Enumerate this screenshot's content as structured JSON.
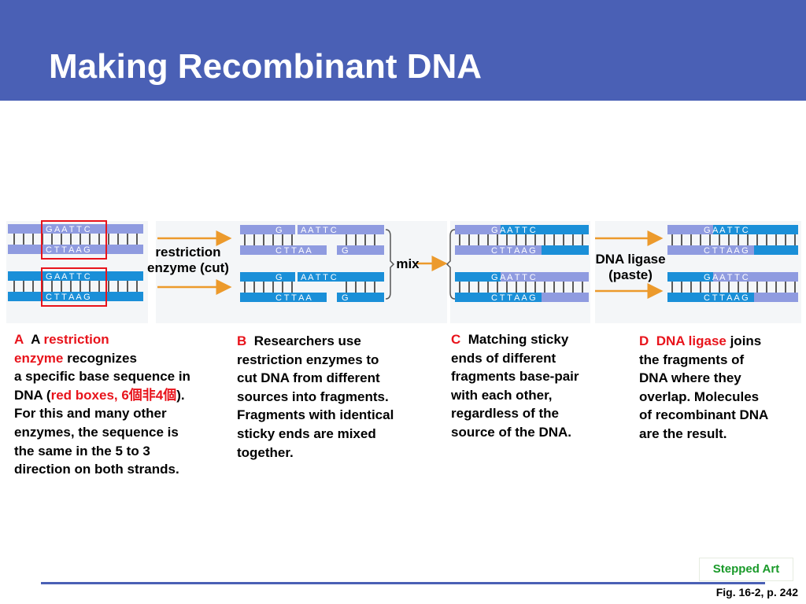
{
  "slide": {
    "title": "Making Recombinant DNA",
    "stepped_art": "Stepped Art",
    "figure_ref": "Fig. 16-2, p. 242"
  },
  "diagram": {
    "arrow1_label_line1": "restriction",
    "arrow1_label_line2": "enzyme (cut)",
    "mix_label": "mix",
    "arrow2_label_line1": "DNA ligase",
    "arrow2_label_line2": "(paste)",
    "top_strand_seq": "G A A T T C",
    "bottom_strand_seq": "C T T A A G",
    "cut_left_top": "G",
    "cut_right_top": "A A T T C",
    "cut_left_bottom": "C T T A A",
    "cut_right_bottom": "G"
  },
  "steps": {
    "A": {
      "letter": "A",
      "pre": "A ",
      "highlight1": "restriction",
      "highlight2": "enzyme",
      "text1": " recognizes",
      "text2": "a specific base sequence in",
      "text3_pre": "DNA (",
      "text3_red": "red boxes, 6個非4個",
      "text3_post": ").",
      "text4": "For this and many other",
      "text5": "enzymes, the sequence is",
      "text6": "the same in the 5  to 3",
      "text7": "direction on both strands."
    },
    "B": {
      "letter": "B",
      "line1": "Researchers use",
      "line2": "restriction enzymes to",
      "line3": "cut DNA from different",
      "line4": "sources into fragments.",
      "line5": "Fragments with identical",
      "line6": "sticky ends are mixed",
      "line7": "together."
    },
    "C": {
      "letter": "C",
      "line1": "Matching sticky",
      "line2": "ends of different",
      "line3": "fragments base-pair",
      "line4": "with each other,",
      "line5": "regardless of the",
      "line6": "source of the DNA."
    },
    "D": {
      "letter": "D",
      "highlight": "DNA ligase",
      "line1_post": " joins",
      "line2": "the fragments of",
      "line3": " DNA where they",
      "line4": "overlap. Molecules",
      "line5": "of recombinant DNA",
      "line6": "are the result."
    }
  },
  "colors": {
    "header": "#4a60b5",
    "strand_purple": "#8f9be0",
    "strand_blue": "#1a8fd8",
    "highlight_red": "#e8131b",
    "arrow_orange": "#ec9a2c",
    "stepped_green": "#1a9a2a"
  }
}
